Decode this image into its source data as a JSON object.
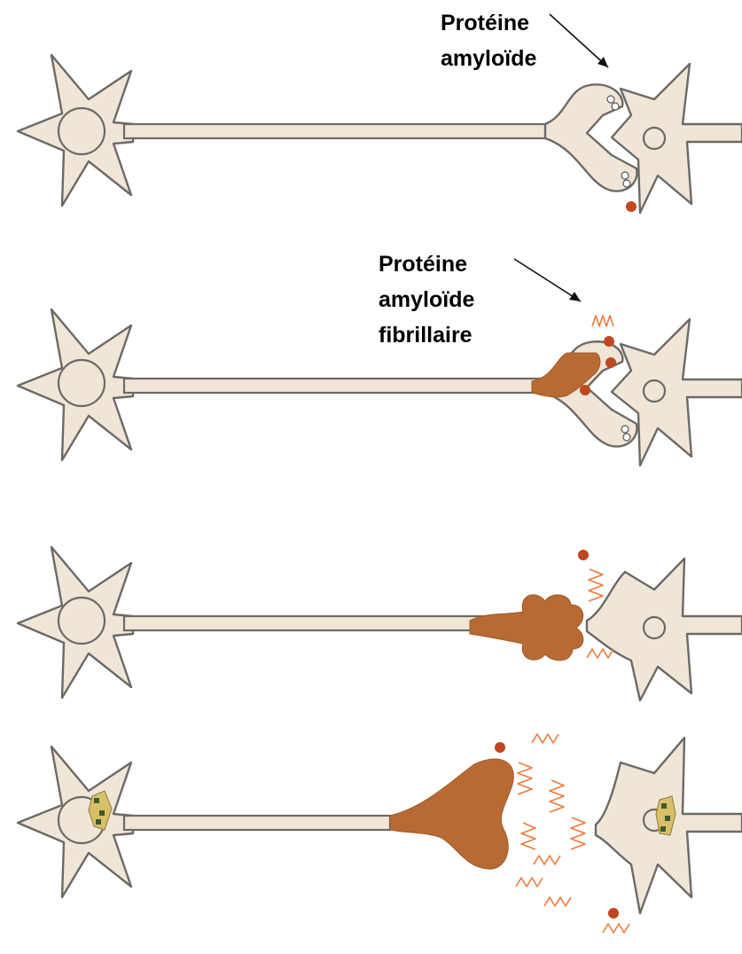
{
  "labels": {
    "amyloid_line1": "Protéine",
    "amyloid_line2": "amyloïde",
    "fibrillar_line1": "Protéine",
    "fibrillar_line2": "amyloïde",
    "fibrillar_line3": "fibrillaire"
  },
  "colors": {
    "cell_fill": "#efe6d8",
    "outline": "#6c6a66",
    "amyloid_aggregate": "#b86a33",
    "amyloid_dot": "#c0471e",
    "fibril": "#ef7a3b"
  },
  "stages": [
    {
      "id": "stage-1",
      "aggregate": "none"
    },
    {
      "id": "stage-2",
      "aggregate": "small"
    },
    {
      "id": "stage-3",
      "aggregate": "medium"
    },
    {
      "id": "stage-4",
      "aggregate": "large"
    }
  ]
}
